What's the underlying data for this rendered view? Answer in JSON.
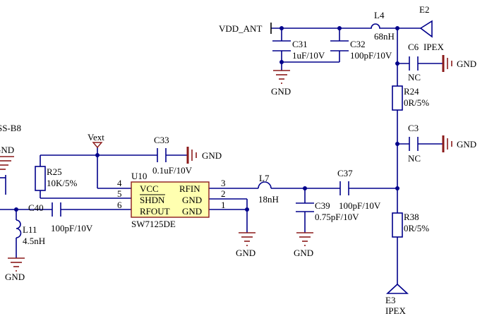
{
  "nets": {
    "vdd_ant": "VDD_ANT",
    "vext": "Vext",
    "gnd": "GND",
    "partial_left_label": "SS-B8"
  },
  "components": {
    "l4": {
      "ref": "L4",
      "value": "68nH"
    },
    "e2": {
      "ref": "E2",
      "label": "IPEX"
    },
    "c31": {
      "ref": "C31",
      "value": "1uF/10V"
    },
    "c32": {
      "ref": "C32",
      "value": "100pF/10V"
    },
    "c6": {
      "ref": "C6",
      "value": "NC"
    },
    "r24": {
      "ref": "R24",
      "value": "0R/5%"
    },
    "c3": {
      "ref": "C3",
      "value": "NC"
    },
    "c33": {
      "ref": "C33",
      "value": "0.1uF/10V"
    },
    "r25": {
      "ref": "R25",
      "value": "10K/5%"
    },
    "u10": {
      "ref": "U10",
      "part": "SW7125DE",
      "pins": [
        {
          "num": "4",
          "name": "VCC"
        },
        {
          "num": "5",
          "name": "SHDN"
        },
        {
          "num": "6",
          "name": "RFOUT"
        },
        {
          "num": "3",
          "name": "RFIN"
        },
        {
          "num": "2",
          "name": "GND"
        },
        {
          "num": "1",
          "name": "GND"
        }
      ]
    },
    "l7": {
      "ref": "L7",
      "value": "18nH"
    },
    "c37": {
      "ref": "C37",
      "value": "100pF/10V"
    },
    "c39": {
      "ref": "C39",
      "value": "0.75pF/10V"
    },
    "c40": {
      "ref": "C40",
      "value": "100pF/10V"
    },
    "l11": {
      "ref": "L11",
      "value": "4.5nH"
    },
    "r38": {
      "ref": "R38",
      "value": "0R/5%"
    },
    "e3": {
      "ref": "E3",
      "label": "IPEX"
    }
  },
  "colors": {
    "wire": "#00008b",
    "ground": "#8b1a1a",
    "ic_fill": "#ffffb0",
    "junction": "#00008b"
  }
}
